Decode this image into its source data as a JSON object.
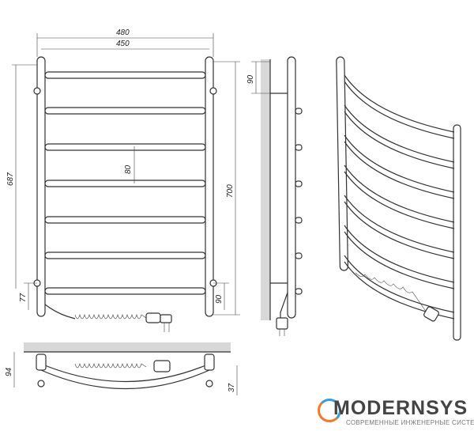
{
  "dimensions": {
    "overall_width": "480",
    "axis_width": "450",
    "rung_spacing": "80",
    "left_height": "687",
    "right_height": "700",
    "wall_offset_top": "90",
    "bottom_left": "77",
    "bottom_right": "90",
    "depth": "94",
    "bow": "37"
  },
  "logo": {
    "brand": "MODERNSYS",
    "tagline": "СОВРЕМЕННЫЕ ИНЖЕНЕРНЫЕ СИСТЕМЫ",
    "colors": {
      "blue": "#3a9ad9",
      "orange": "#f07a2a"
    }
  }
}
